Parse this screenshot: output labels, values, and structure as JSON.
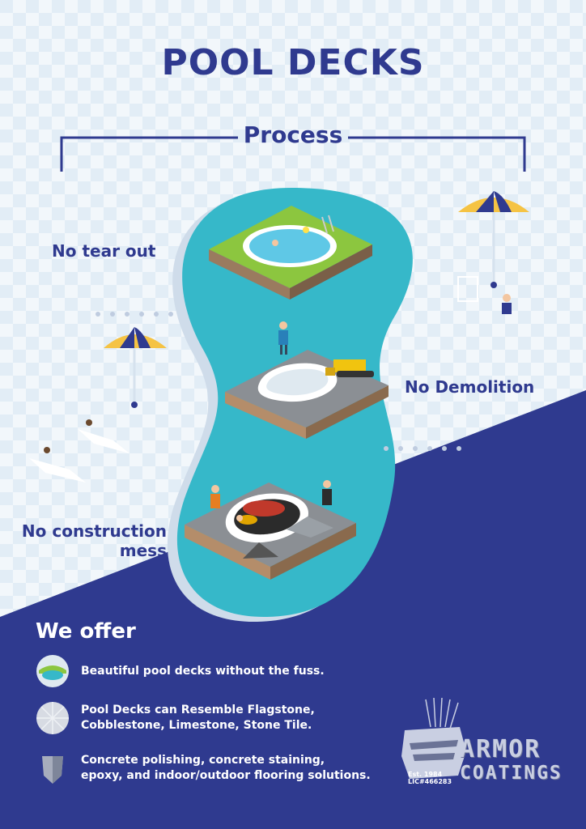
{
  "title": "POOL DECKS",
  "process_heading": "Process",
  "steps": {
    "one": "No tear out",
    "two": "No Demolition",
    "three_line1": "No construction",
    "three_line2": "mess"
  },
  "offer": {
    "heading": "We offer",
    "items": [
      {
        "text": "Beautiful pool decks without the fuss.",
        "icon": "pool-photo-icon"
      },
      {
        "text_line1": "Pool Decks can Resemble Flagstone,",
        "text_line2": "Cobblestone, Limestone, Stone Tile.",
        "icon": "stone-tile-icon"
      },
      {
        "text_line1": "Concrete polishing, concrete staining,",
        "text_line2": "epoxy, and indoor/outdoor flooring solutions.",
        "icon": "shield-icon"
      }
    ]
  },
  "logo": {
    "name": "ARMOR",
    "sub": "COATINGS",
    "est": "Est. 1984",
    "license": "LIC#466283"
  },
  "colors": {
    "navy": "#2f3a8f",
    "pool": "#36b8c9",
    "background": "#e2edf6",
    "grass": "#8cc63f"
  }
}
